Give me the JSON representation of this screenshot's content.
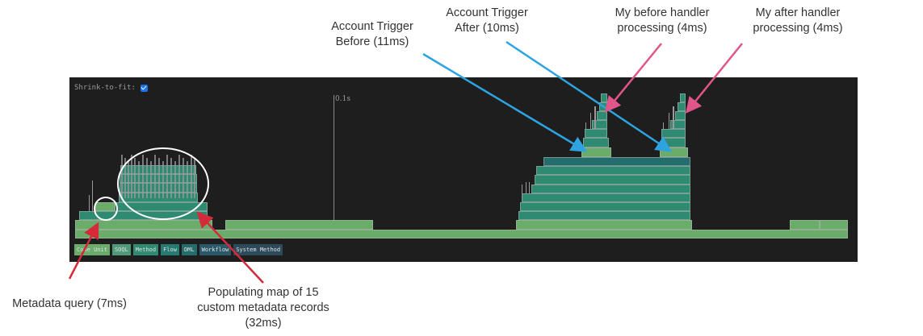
{
  "toolbar": {
    "shrink_label": "Shrink-to-fit:",
    "shrink_checked": true
  },
  "axis": {
    "tick_label": "0.1s"
  },
  "legend": {
    "items": [
      {
        "label": "Code Unit",
        "color": "#6aac6a"
      },
      {
        "label": "SOQL",
        "color": "#4f9a7a"
      },
      {
        "label": "Method",
        "color": "#2e8b72"
      },
      {
        "label": "Flow",
        "color": "#257a72"
      },
      {
        "label": "DML",
        "color": "#246d6d"
      },
      {
        "label": "Workflow",
        "color": "#2a5a6a"
      },
      {
        "label": "System Method",
        "color": "#2c4a5a"
      }
    ]
  },
  "annotations": {
    "trigger_before": "Account Trigger\nBefore (11ms)",
    "trigger_after": "Account Trigger\nAfter (10ms)",
    "before_handler": "My before handler\nprocessing (4ms)",
    "after_handler": "My after handler\nprocessing (4ms)",
    "metadata_query": "Metadata query (7ms)",
    "populating_map": "Populating map of 15\ncustom metadata records\n(32ms)"
  },
  "colors": {
    "panel_bg": "#1e1e1e",
    "blue_arrow": "#2ea3e0",
    "pink_arrow": "#e0568a",
    "red_arrow": "#d42a3a"
  }
}
